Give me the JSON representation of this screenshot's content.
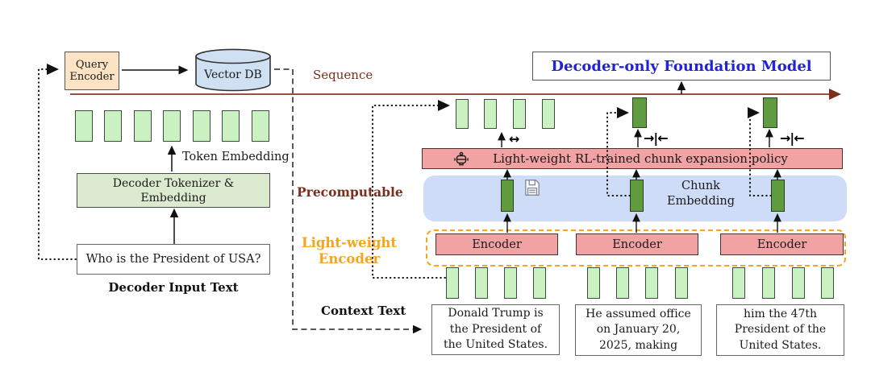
{
  "diagram": {
    "left_panel": {
      "query_encoder_label": "Query Encoder",
      "vector_db_label": "Vector DB",
      "token_embedding_label": "Token Embedding",
      "tokenizer_label": "Decoder Tokenizer & Embedding",
      "decoder_input_text": "Who is the President of USA?",
      "decoder_input_caption": "Decoder Input Text"
    },
    "sequence_label": "Sequence",
    "foundation_model_label": "Decoder-only Foundation Model",
    "policy_label": "Light-weight RL-trained chunk expansion policy",
    "precomputable_label": "Precomputable",
    "chunk_embedding_label": "Chunk Embedding",
    "lightweight_encoder_label": "Light-weight Encoder",
    "context_caption": "Context Text",
    "encoders": [
      {
        "label": "Encoder"
      },
      {
        "label": "Encoder"
      },
      {
        "label": "Encoder"
      }
    ],
    "context_chunks": [
      {
        "text": "Donald Trump is the President of the United States."
      },
      {
        "text": "He assumed office on January 20, 2025, making"
      },
      {
        "text": "him the 47th President of the United States."
      }
    ],
    "symbols": {
      "expand": "↔",
      "collapse": "→|←"
    },
    "icons": {
      "policy_icon": "robot",
      "precompute_icon": "floppy-disk-save"
    },
    "colors": {
      "token_green": "#c9f1c1",
      "chunk_green": "#5f9c40",
      "pink": "#f1a2a2",
      "peach": "#fbe3c3",
      "db_blue": "#cfe0f2",
      "band_blue": "#cfdcf8",
      "orange": "#f7a420",
      "sequence_maroon": "#8a3a2a",
      "title_blue": "#2222dd"
    }
  }
}
